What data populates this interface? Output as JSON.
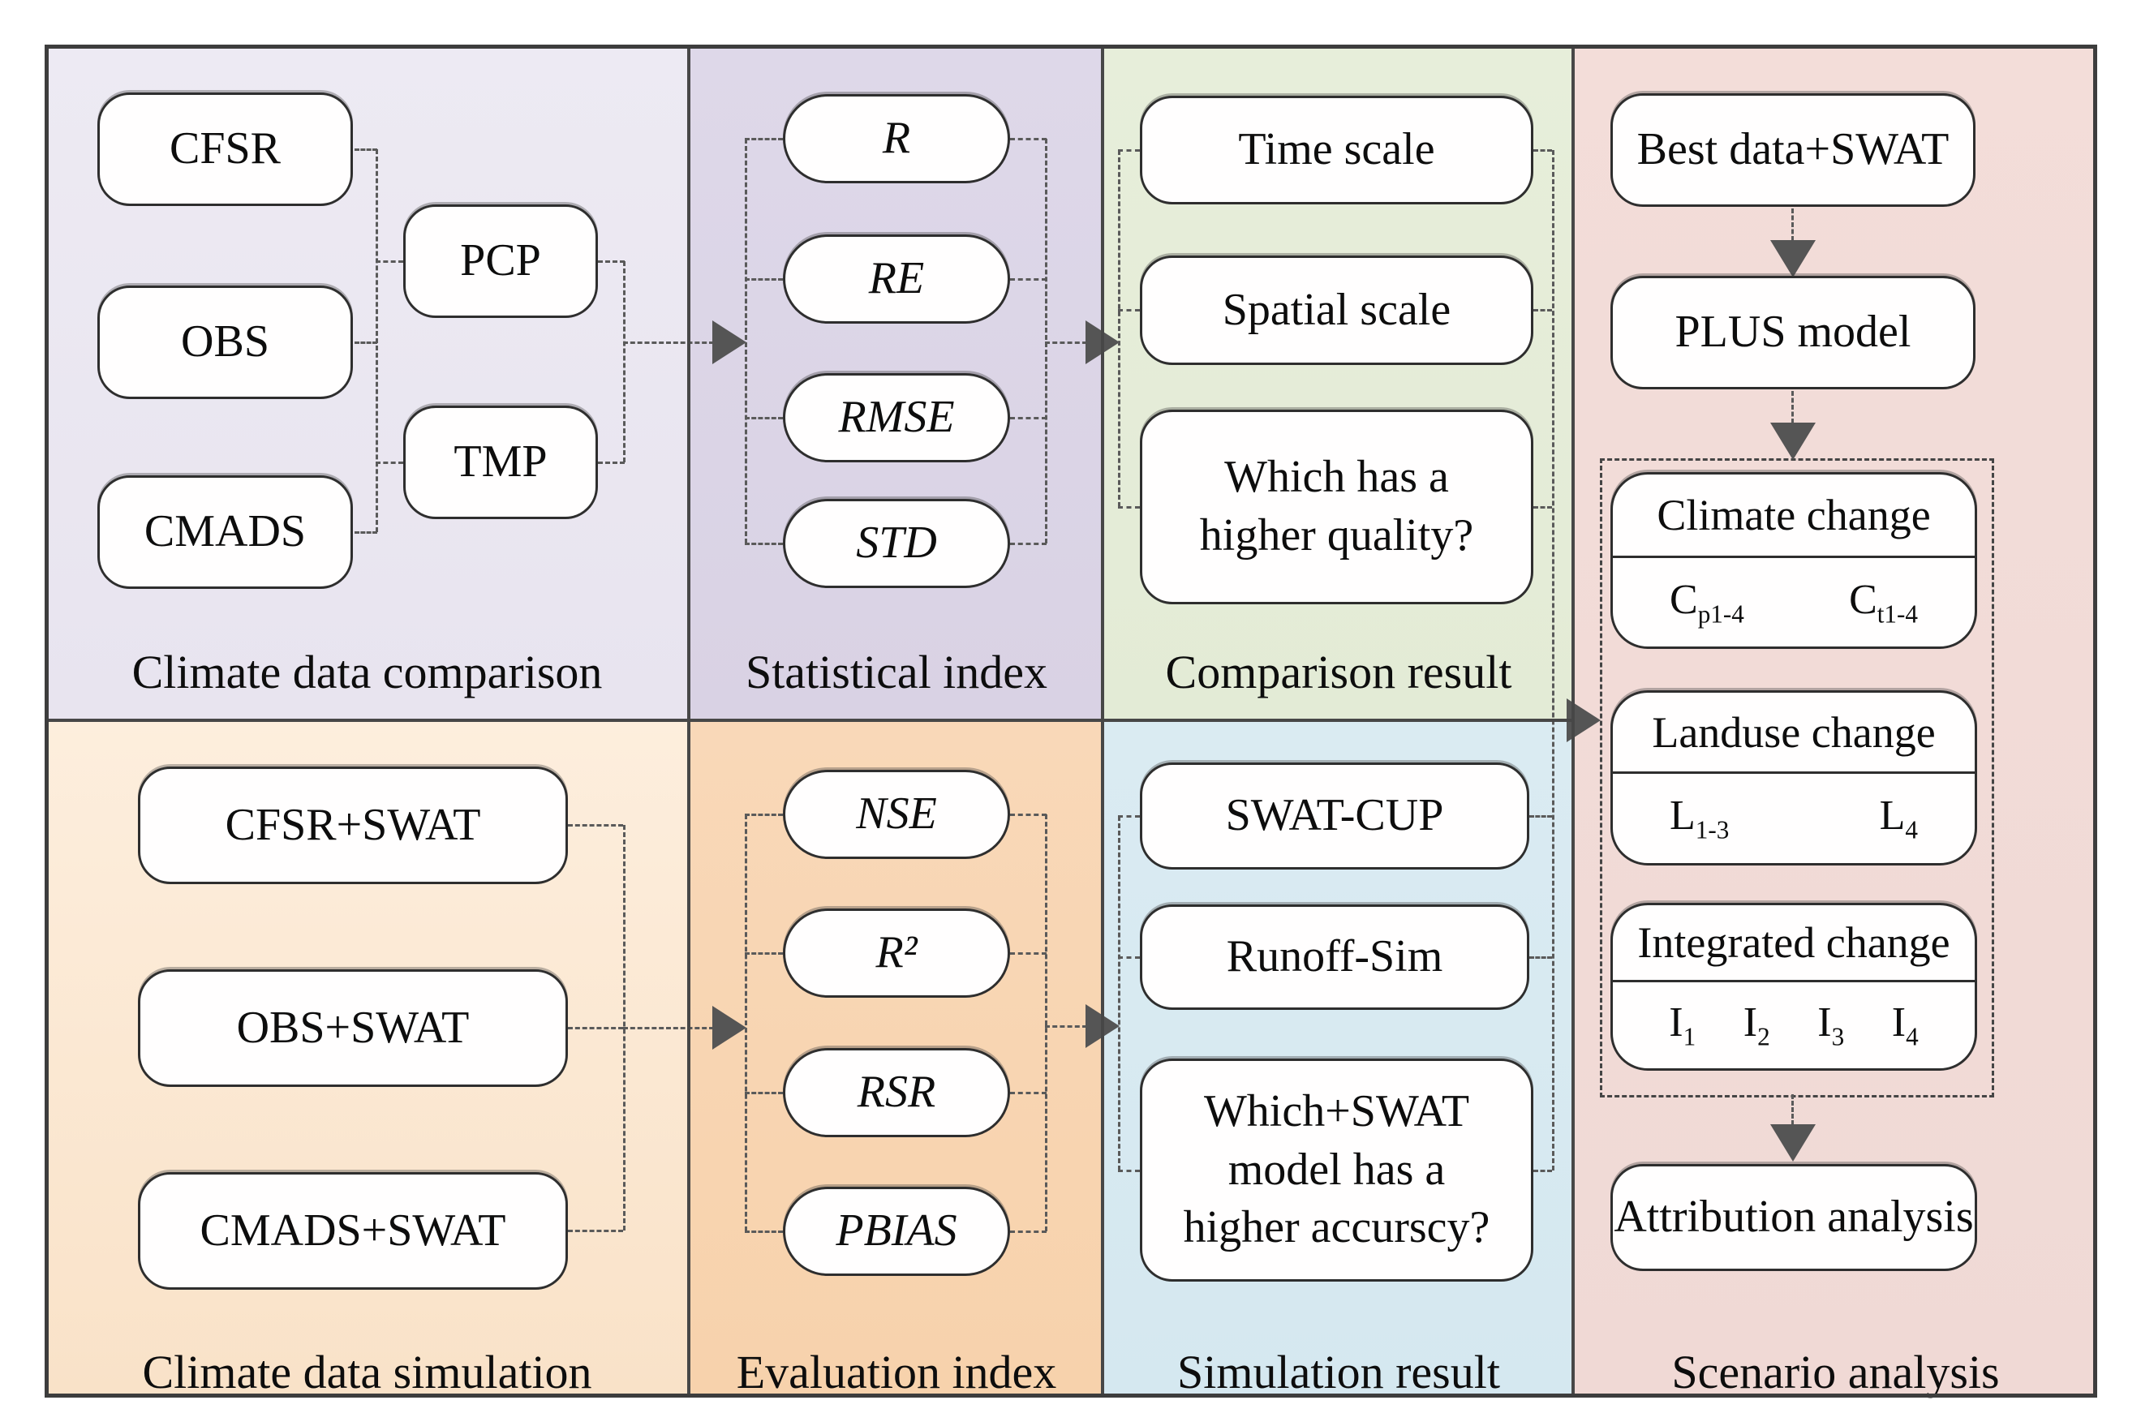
{
  "colors": {
    "frame_border": "#3d3d3d",
    "panel_climate_data_comparison": "#e9e6f0",
    "panel_statistical_index": "#dcd5e7",
    "panel_comparison_result": "#e5ecd8",
    "panel_scenario_analysis": "#f2dcd8",
    "panel_climate_data_simulation": "#fbe8d4",
    "panel_evaluation_index": "#f8d5b2",
    "panel_simulation_result": "#d9eaf2",
    "node_fill": "#ffffff",
    "node_border": "#2e2e2e",
    "connector": "#5a5a5a"
  },
  "panels": {
    "climate_data_comparison": {
      "title": "Climate data comparison",
      "nodes": {
        "cfsr": "CFSR",
        "obs": "OBS",
        "cmads": "CMADS",
        "pcp": "PCP",
        "tmp": "TMP"
      }
    },
    "statistical_index": {
      "title": "Statistical index",
      "nodes": {
        "r": "R",
        "re": "RE",
        "rmse": "RMSE",
        "std": "STD"
      }
    },
    "comparison_result": {
      "title": "Comparison result",
      "nodes": {
        "time_scale": "Time scale",
        "spatial_scale": "Spatial scale",
        "question": "Which has a higher quality?"
      }
    },
    "climate_data_simulation": {
      "title": "Climate data simulation",
      "nodes": {
        "cfsr_swat": "CFSR+SWAT",
        "obs_swat": "OBS+SWAT",
        "cmads_swat": "CMADS+SWAT"
      }
    },
    "evaluation_index": {
      "title": "Evaluation index",
      "nodes": {
        "nse": "NSE",
        "r2": "R²",
        "rsr": "RSR",
        "pbias": "PBIAS"
      }
    },
    "simulation_result": {
      "title": "Simulation result",
      "nodes": {
        "swat_cup": "SWAT-CUP",
        "runoff_sim": "Runoff-Sim",
        "question": "Which+SWAT model has a higher accurscy?"
      }
    },
    "scenario_analysis": {
      "title": "Scenario analysis",
      "nodes": {
        "best_data_swat": "Best data+SWAT",
        "plus_model": "PLUS model",
        "attribution": "Attribution analysis"
      },
      "groups": {
        "climate_change": {
          "title": "Climate change",
          "items": [
            {
              "base": "C",
              "sub": "p1-4"
            },
            {
              "base": "C",
              "sub": "t1-4"
            }
          ]
        },
        "landuse_change": {
          "title": "Landuse change",
          "items": [
            {
              "base": "L",
              "sub": "1-3"
            },
            {
              "base": "L",
              "sub": "4"
            }
          ]
        },
        "integrated_change": {
          "title": "Integrated change",
          "items": [
            {
              "base": "I",
              "sub": "1"
            },
            {
              "base": "I",
              "sub": "2"
            },
            {
              "base": "I",
              "sub": "3"
            },
            {
              "base": "I",
              "sub": "4"
            }
          ]
        }
      }
    }
  }
}
